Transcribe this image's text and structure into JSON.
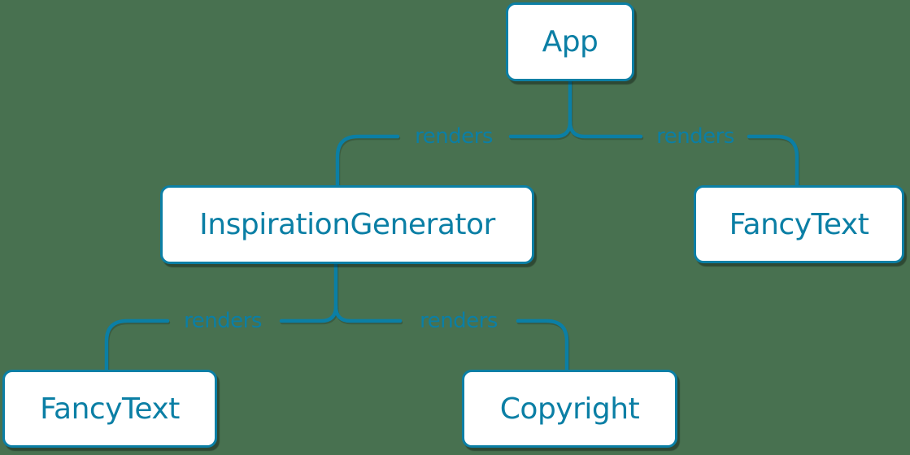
{
  "diagram_type": "component-render-tree",
  "colors": {
    "background": "#487150",
    "accent": "#0b7fa5",
    "node_background": "#ffffff",
    "shadow": "rgba(0,0,0,0.35)"
  },
  "nodes": {
    "app": {
      "label": "App"
    },
    "inspiration_generator": {
      "label": "InspirationGenerator"
    },
    "fancy_text_top": {
      "label": "FancyText"
    },
    "fancy_text_bottom": {
      "label": "FancyText"
    },
    "copyright": {
      "label": "Copyright"
    }
  },
  "edges": [
    {
      "from": "App",
      "to": "InspirationGenerator",
      "label": "renders"
    },
    {
      "from": "App",
      "to": "FancyText",
      "label": "renders"
    },
    {
      "from": "InspirationGenerator",
      "to": "FancyText",
      "label": "renders"
    },
    {
      "from": "InspirationGenerator",
      "to": "Copyright",
      "label": "renders"
    }
  ]
}
